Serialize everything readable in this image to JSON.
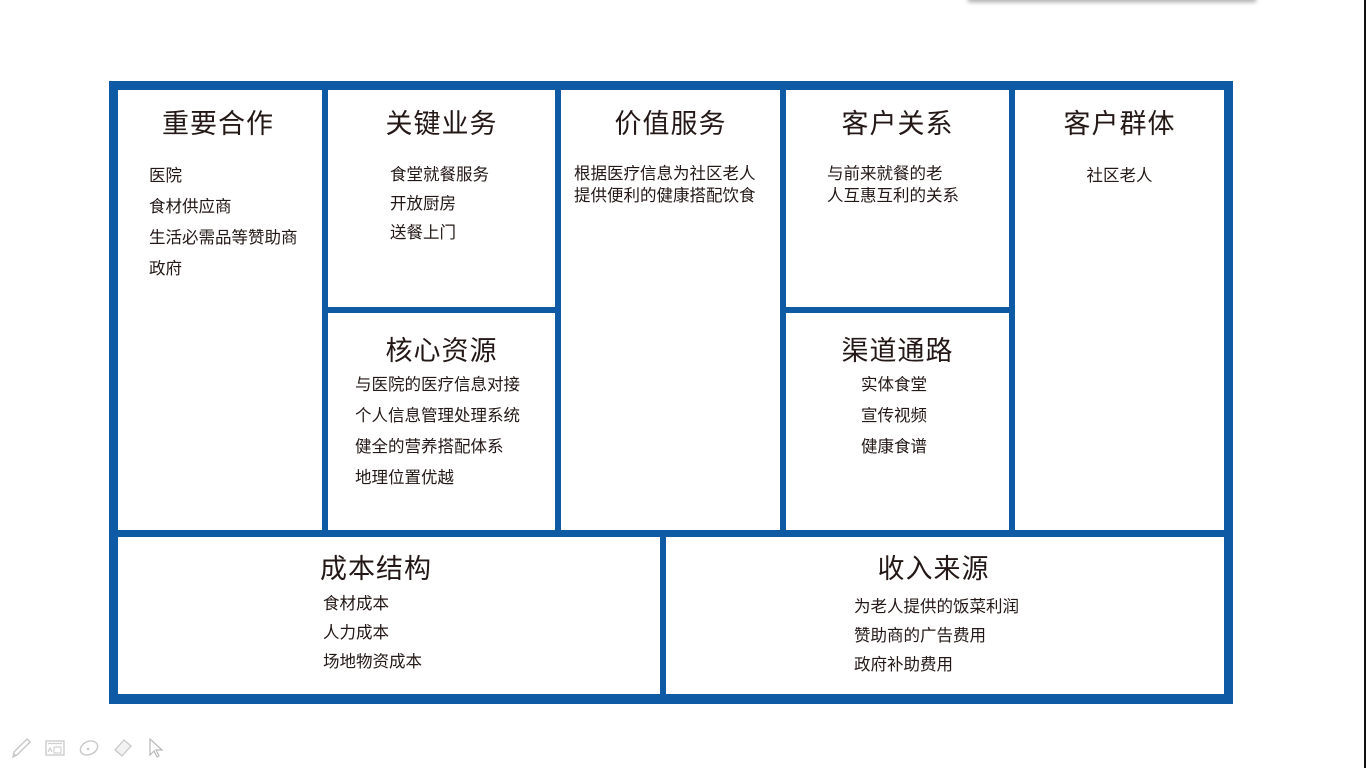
{
  "canvas": {
    "border_color": "#0e5aa4",
    "background": "#ffffff",
    "text_color": "#231815"
  },
  "sections": {
    "key_partners": {
      "title": "重要合作",
      "items": [
        "医院",
        "食材供应商",
        "生活必需品等赞助商",
        "政府"
      ]
    },
    "key_activities": {
      "title": "关键业务",
      "items": [
        "食堂就餐服务",
        "开放厨房",
        "送餐上门"
      ]
    },
    "key_resources": {
      "title": "核心资源",
      "items": [
        "与医院的医疗信息对接",
        "个人信息管理处理系统",
        "健全的营养搭配体系",
        "地理位置优越"
      ]
    },
    "value_propositions": {
      "title": "价值服务",
      "items": [
        "根据医疗信息为社区老人",
        "提供便利的健康搭配饮食"
      ]
    },
    "customer_relationships": {
      "title": "客户关系",
      "items": [
        "与前来就餐的老",
        "人互惠互利的关系"
      ]
    },
    "channels": {
      "title": "渠道通路",
      "items": [
        "实体食堂",
        "宣传视频",
        "健康食谱"
      ]
    },
    "customer_segments": {
      "title": "客户群体",
      "items": [
        "社区老人"
      ]
    },
    "cost_structure": {
      "title": "成本结构",
      "items": [
        "食材成本",
        "人力成本",
        "场地物资成本"
      ]
    },
    "revenue_streams": {
      "title": "收入来源",
      "items": [
        "为老人提供的饭菜利润",
        "赞助商的广告费用",
        "政府补助费用"
      ]
    }
  },
  "toolbar": {
    "tools": [
      "pen-tool",
      "slide-sorter-tool",
      "laser-pointer-tool",
      "eraser-tool",
      "pointer-arrow-tool"
    ]
  }
}
